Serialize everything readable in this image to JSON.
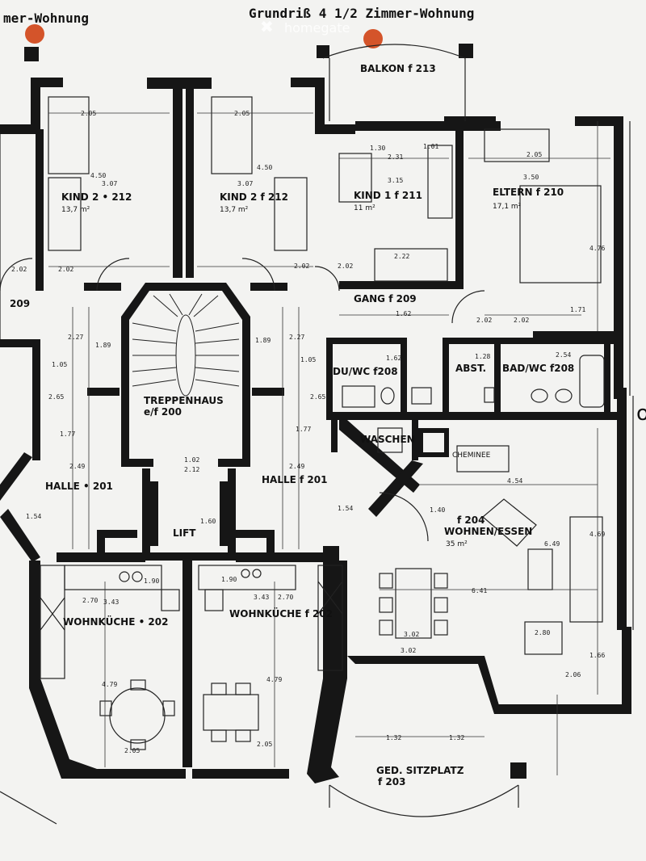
{
  "header": {
    "title_left": "mer-Wohnung",
    "title_right": "Grundriß 4 1/2 Zimmer-Wohnung",
    "watermark": "homegate"
  },
  "rooms": [
    {
      "id": "balkon",
      "name": "BALKON f 213",
      "area": ""
    },
    {
      "id": "kind2-left",
      "name": "KIND 2 • 212",
      "area": "13,7 m²"
    },
    {
      "id": "kind2-right",
      "name": "KIND 2 f 212",
      "area": "13,7 m²"
    },
    {
      "id": "kind1",
      "name": "KIND 1 f 211",
      "area": "11 m²"
    },
    {
      "id": "eltern",
      "name": "ELTERN f 210",
      "area": "17,1 m²"
    },
    {
      "id": "gang-left",
      "name": "209",
      "area": ""
    },
    {
      "id": "gang",
      "name": "GANG f 209",
      "area": ""
    },
    {
      "id": "du-wc",
      "name": "DU/WC f208",
      "area": ""
    },
    {
      "id": "abst",
      "name": "ABST.",
      "area": ""
    },
    {
      "id": "bad-wc",
      "name": "BAD/WC f208",
      "area": ""
    },
    {
      "id": "waschen",
      "name": "WASCHEN",
      "area": ""
    },
    {
      "id": "cheminee",
      "name": "CHEMINEE",
      "area": ""
    },
    {
      "id": "treppenhaus",
      "name": "TREPPENHAUS",
      "area": "e/f 200"
    },
    {
      "id": "halle-left",
      "name": "HALLE • 201",
      "area": ""
    },
    {
      "id": "halle-right",
      "name": "HALLE f 201",
      "area": ""
    },
    {
      "id": "lift",
      "name": "LIFT",
      "area": ""
    },
    {
      "id": "wohnen",
      "name": "f 204",
      "area": "WOHNEN/ESSEN"
    },
    {
      "id": "wohnen-area",
      "name": "35 m²",
      "area": ""
    },
    {
      "id": "wohnkueche-left",
      "name": "WOHNKÜCHE • 202",
      "area": ""
    },
    {
      "id": "wohnkueche-right",
      "name": "WOHNKÜCHE f 202",
      "area": ""
    },
    {
      "id": "sitzplatz",
      "name": "GED. SITZPLATZ",
      "area": "f 203"
    }
  ],
  "dimensions": [
    "2.05",
    "2.05",
    "3.07",
    "3.07",
    "4.50",
    "4.50",
    "1.30",
    "2.31",
    "1.01",
    "3.15",
    "2.05",
    "3.50",
    "4.76",
    "2.02",
    "2.02",
    "2.02",
    "2.02",
    "2.22",
    "1.62",
    "2.02",
    "2.02",
    "1.71",
    "1.28",
    "2.54",
    "1.62",
    "4.54",
    "6.49",
    "4.69",
    "6.41",
    "2.80",
    "3.02",
    "2.06",
    "1.66",
    "1.32",
    "1.32",
    "3.43",
    "3.43",
    "1.90",
    "1.90",
    "4.79",
    "4.79",
    "2.05",
    "2.05",
    "1.02",
    "2.12",
    "1.60",
    "1.77",
    "1.77",
    "2.27",
    "2.27",
    "2.65",
    "2.65",
    "1.54",
    "1.54",
    "1.40",
    "1.05",
    "1.05",
    "1.89",
    "1.89",
    "2.49",
    "2.49",
    "2.70",
    "2.70",
    "3.02"
  ]
}
